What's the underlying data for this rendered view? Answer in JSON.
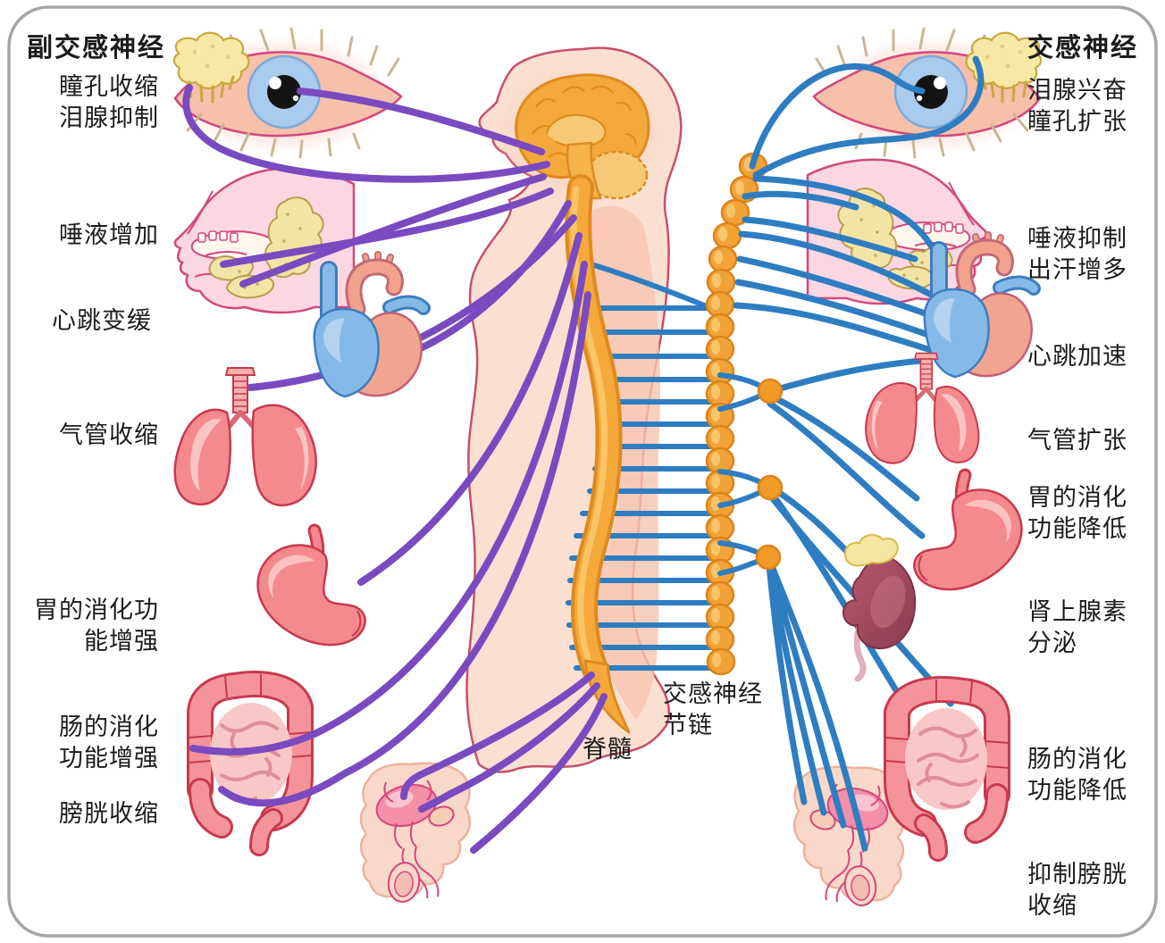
{
  "title_left": "副交感神经",
  "title_right": "交感神经",
  "left_labels": [
    {
      "lines": [
        "瞳孔收缩",
        "泪腺抑制"
      ]
    },
    {
      "lines": [
        "唾液增加"
      ]
    },
    {
      "lines": [
        "心跳变缓"
      ]
    },
    {
      "lines": [
        "气管收缩"
      ]
    },
    {
      "lines": [
        "胃的消化功",
        "能增强"
      ]
    },
    {
      "lines": [
        "肠的消化",
        "功能增强"
      ]
    },
    {
      "lines": [
        "膀胱收缩"
      ]
    }
  ],
  "right_labels": [
    {
      "lines": [
        "泪腺兴奋",
        "瞳孔扩张"
      ]
    },
    {
      "lines": [
        "唾液抑制",
        "出汗增多"
      ]
    },
    {
      "lines": [
        "心跳加速"
      ]
    },
    {
      "lines": [
        "气管扩张"
      ]
    },
    {
      "lines": [
        "胃的消化",
        "功能降低"
      ]
    },
    {
      "lines": [
        "肾上腺素",
        "分泌"
      ]
    },
    {
      "lines": [
        "肠的消化",
        "功能降低"
      ]
    },
    {
      "lines": [
        "抑制膀胱",
        "收缩"
      ]
    }
  ],
  "center_labels": {
    "sympathetic_chain_line1": "交感神经",
    "sympathetic_chain_line2": "节链",
    "spinal_cord": "脊髓"
  },
  "colors": {
    "sympathetic_nerve_blue": "#2E7DC1",
    "parasympathetic_nerve_purple": "#7A4AC0",
    "spinal_cord_orange": "#F2A338",
    "body_skin": "#FBE0D1",
    "text": "#1C1C1C"
  }
}
